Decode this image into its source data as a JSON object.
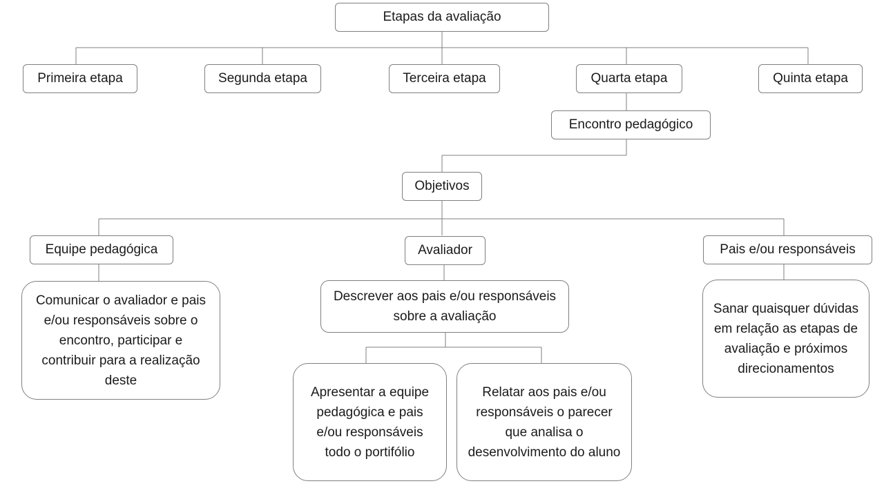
{
  "root": "Etapas da avaliação",
  "stages": {
    "first": "Primeira etapa",
    "second": "Segunda etapa",
    "third": "Terceira etapa",
    "fourth": "Quarta etapa",
    "fifth": "Quinta etapa"
  },
  "meeting": "Encontro pedagógico",
  "objectives": "Objetivos",
  "roles": {
    "team": "Equipe pedagógica",
    "evaluator": "Avaliador",
    "parents": "Pais e/ou responsáveis"
  },
  "tasks": {
    "team": "Comunicar o avaliador e pais e/ou responsáveis sobre o encontro, participar e  contribuir para a realização deste",
    "evaluator": "Descrever aos pais e/ou responsáveis sobre a avaliação",
    "evaluator_present": "Apresentar a equipe pedagógica e pais e/ou responsáveis todo o portifólio",
    "evaluator_report": "Relatar aos pais e/ou responsáveis o parecer que analisa o desenvolvimento do aluno",
    "parents": "Sanar quaisquer dúvidas em relação as etapas de avaliação e próximos direcionamentos"
  }
}
